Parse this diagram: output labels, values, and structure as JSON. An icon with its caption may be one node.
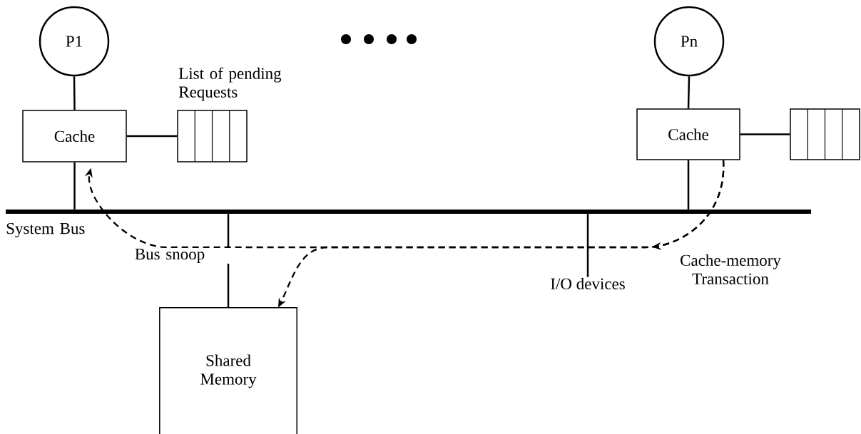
{
  "diagram": {
    "nodes": [
      {
        "text": [
          "P1"
        ]
      },
      {
        "text": [
          "Cache"
        ]
      },
      {
        "text": [],
        "shape": "box",
        "beside": [
          "List of pending Requests"
        ]
      },
      {
        "text": [
          "Pn"
        ]
      },
      {
        "text": [
          "Cache"
        ]
      },
      {
        "text": [],
        "shape": "box"
      },
      {
        "text": [],
        "shape": "bar",
        "beside": [
          "System Bus"
        ]
      },
      {
        "text": [
          "Shared Memory"
        ]
      },
      {
        "text": [
          "I/O devices"
        ]
      }
    ],
    "edges": [
      {
        "from": 0,
        "to": 1,
        "arrow": "none"
      },
      {
        "from": 1,
        "to": 2,
        "arrow": "none"
      },
      {
        "from": 3,
        "to": 4,
        "arrow": "none"
      },
      {
        "from": 4,
        "to": 5,
        "arrow": "none"
      },
      {
        "from": 1,
        "to": 6,
        "arrow": "none"
      },
      {
        "from": 4,
        "to": 6,
        "arrow": "none"
      },
      {
        "from": 6,
        "to": 7,
        "arrow": "none"
      },
      {
        "from": 6,
        "to": 8,
        "arrow": "none"
      },
      {
        "from": 4,
        "to": 1,
        "arrow": "to",
        "style": "dashed",
        "label": "Bus snoop"
      },
      {
        "from": 4,
        "to": 7,
        "arrow": "to",
        "style": "dashed",
        "label": "Cache-memory Transaction"
      }
    ]
  }
}
